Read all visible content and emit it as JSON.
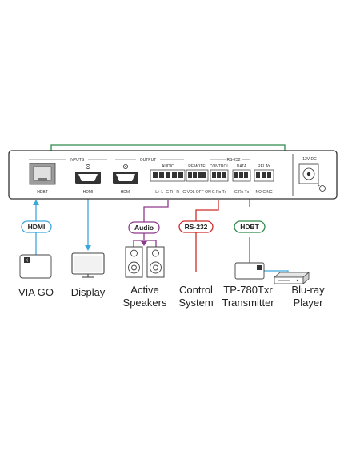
{
  "colors": {
    "hdmi_in": "#3da6dd",
    "hdmi_out": "#3da6dd",
    "audio": "#8e3a8e",
    "rs232": "#d12b2b",
    "hdbt": "#2e8b4a",
    "panel_fill": "#ffffff",
    "panel_stroke": "#333333"
  },
  "panel": {
    "section_inputs": "INPUTS",
    "section_output": "OUTPUT",
    "section_rs232": "RS-232",
    "power_label": "12V DC",
    "port_hdbt": "HDBT",
    "port_hdmi_in": "HDMI",
    "port_hdmi_out": "HDMI",
    "audio_label": "AUDIO",
    "remote_label": "REMOTE",
    "control_label": "CONTROL",
    "data_label": "DATA",
    "relay_label": "RELAY",
    "audio_pins": "L+ L- G R+ R-",
    "remote_pins": "G VOL OFF ON",
    "control_pins": "G Rx Tx",
    "data_pins": "G Rx Tx",
    "relay_pins": "NO C NC"
  },
  "cables": {
    "hdmi_badge": "HDMI",
    "audio_badge": "Audio",
    "rs232_badge": "RS-232",
    "hdbt_badge": "HDBT"
  },
  "devices": {
    "via_go": "VIA GO",
    "display": "Display",
    "speakers_line1": "Active",
    "speakers_line2": "Speakers",
    "control_line1": "Control",
    "control_line2": "System",
    "transmitter_line1": "TP-780Txr",
    "transmitter_line2": "Transmitter",
    "bluray_line1": "Blu-ray",
    "bluray_line2": "Player",
    "kramer_logo": "K"
  }
}
